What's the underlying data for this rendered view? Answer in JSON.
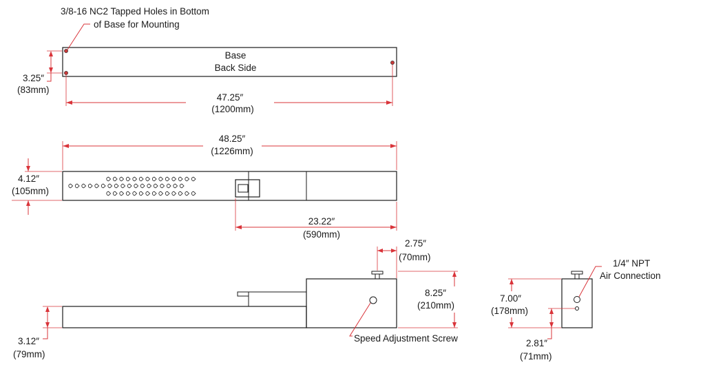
{
  "colors": {
    "outline": "#1a1a1a",
    "dimension": "#d9343a",
    "background": "#ffffff"
  },
  "top_view": {
    "callout": [
      "3/8-16 NC2 Tapped Holes in Bottom",
      "of Base for Mounting"
    ],
    "base_label": [
      "Base",
      "Back Side"
    ],
    "height_dim": [
      "3.25″",
      "(83mm)"
    ],
    "length_dim": [
      "47.25″",
      "(1200mm)"
    ]
  },
  "mid_view": {
    "overall_dim": [
      "48.25″",
      "(1226mm)"
    ],
    "height_dim": [
      "4.12″",
      "(105mm)"
    ],
    "stroke_dim": [
      "23.22″",
      "(590mm)"
    ]
  },
  "side_view": {
    "base_height_dim": [
      "3.12″",
      "(79mm)"
    ],
    "box_width_dim": [
      "2.75″",
      "(70mm)"
    ],
    "box_height_dim": [
      "8.25″",
      "(210mm)"
    ],
    "screw_label": "Speed Adjustment Screw"
  },
  "end_view": {
    "npt_label": [
      "1/4″ NPT",
      "Air Connection"
    ],
    "height_dim": [
      "7.00″",
      "(178mm)"
    ],
    "lower_dim": [
      "2.81″",
      "(71mm)"
    ]
  }
}
